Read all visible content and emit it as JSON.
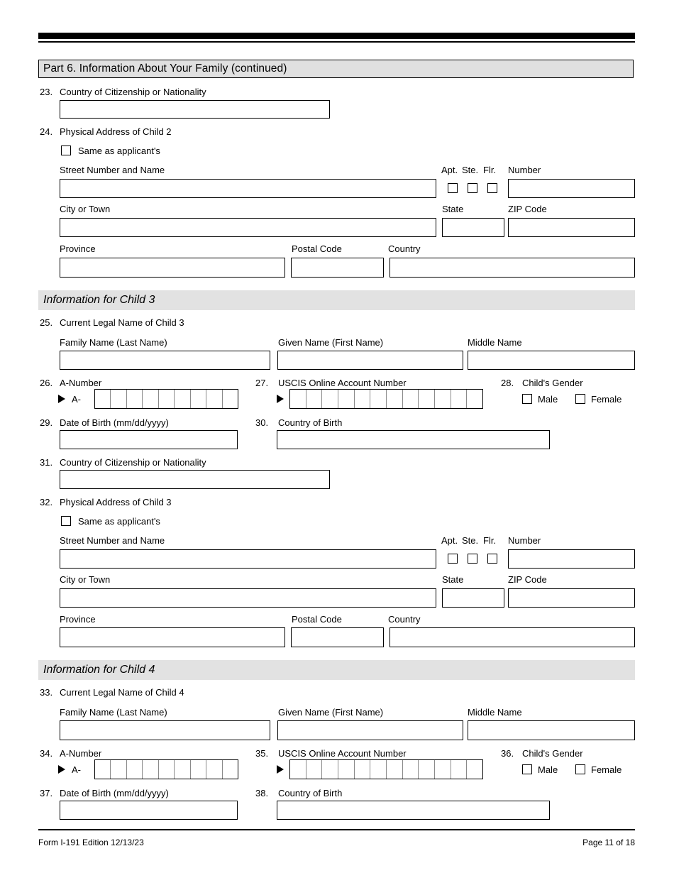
{
  "document": {
    "part_header": "Part 6.  Information About Your Family (continued)",
    "footer_left": "Form I-191   Edition  12/13/23",
    "footer_right": "Page 11 of 18"
  },
  "labels": {
    "country_of_citizenship": "Country of Citizenship or Nationality",
    "same_as_applicants": "Same as applicant's",
    "street_number_and_name": "Street Number and Name",
    "apt": "Apt.",
    "ste": "Ste.",
    "flr": "Flr.",
    "number": "Number",
    "city_or_town": "City or Town",
    "state": "State",
    "zip_code": "ZIP Code",
    "province": "Province",
    "postal_code": "Postal Code",
    "country": "Country",
    "family_name": "Family Name (Last Name)",
    "given_name": "Given Name (First Name)",
    "middle_name": "Middle Name",
    "a_number": "A-Number",
    "a_prefix": "A-",
    "uscis_online_account_number": "USCIS Online Account Number",
    "childs_gender": "Child's Gender",
    "male": "Male",
    "female": "Female",
    "date_of_birth": "Date of Birth (mm/dd/yyyy)",
    "country_of_birth": "Country of Birth"
  },
  "sections": {
    "child3_bar": "Information for Child 3",
    "child4_bar": "Information for Child 4"
  },
  "items": {
    "n23": {
      "number": "23.",
      "label": "Country of Citizenship or Nationality"
    },
    "n24": {
      "number": "24.",
      "label": "Physical Address of Child 2"
    },
    "n25": {
      "number": "25.",
      "label": "Current Legal Name of Child 3"
    },
    "n26": {
      "number": "26.",
      "label": "A-Number"
    },
    "n27": {
      "number": "27.",
      "label": "USCIS Online Account Number"
    },
    "n28": {
      "number": "28.",
      "label": "Child's Gender"
    },
    "n29": {
      "number": "29.",
      "label": "Date of Birth (mm/dd/yyyy)"
    },
    "n30": {
      "number": "30.",
      "label": "Country of Birth"
    },
    "n31": {
      "number": "31.",
      "label": "Country of Citizenship or Nationality"
    },
    "n32": {
      "number": "32.",
      "label": "Physical Address of Child 3"
    },
    "n33": {
      "number": "33.",
      "label": "Current Legal Name of Child 4"
    },
    "n34": {
      "number": "34.",
      "label": "A-Number"
    },
    "n35": {
      "number": "35.",
      "label": "USCIS Online Account Number"
    },
    "n36": {
      "number": "36.",
      "label": "Child's Gender"
    },
    "n37": {
      "number": "37.",
      "label": "Date of Birth (mm/dd/yyyy)"
    },
    "n38": {
      "number": "38.",
      "label": "Country of Birth"
    }
  },
  "fields": {
    "a_number_cells": 9,
    "uscis_number_cells": 12,
    "values": {
      "citizenship_child2": "",
      "street_child2": "",
      "apt_number_child2": "",
      "city_child2": "",
      "state_child2": "",
      "zip_child2": "",
      "province_child2": "",
      "postal_child2": "",
      "country_child2": "",
      "family_name_child3": "",
      "given_name_child3": "",
      "middle_name_child3": "",
      "dob_child3": "",
      "country_birth_child3": "",
      "citizenship_child3": "",
      "street_child3": "",
      "apt_number_child3": "",
      "city_child3": "",
      "state_child3": "",
      "zip_child3": "",
      "province_child3": "",
      "postal_child3": "",
      "country_child3": "",
      "family_name_child4": "",
      "given_name_child4": "",
      "middle_name_child4": "",
      "dob_child4": "",
      "country_birth_child4": ""
    }
  },
  "colors": {
    "header_gray": "#e0e0e0",
    "section_gray": "#e2e2e2",
    "ink": "#000000",
    "paper": "#ffffff"
  }
}
